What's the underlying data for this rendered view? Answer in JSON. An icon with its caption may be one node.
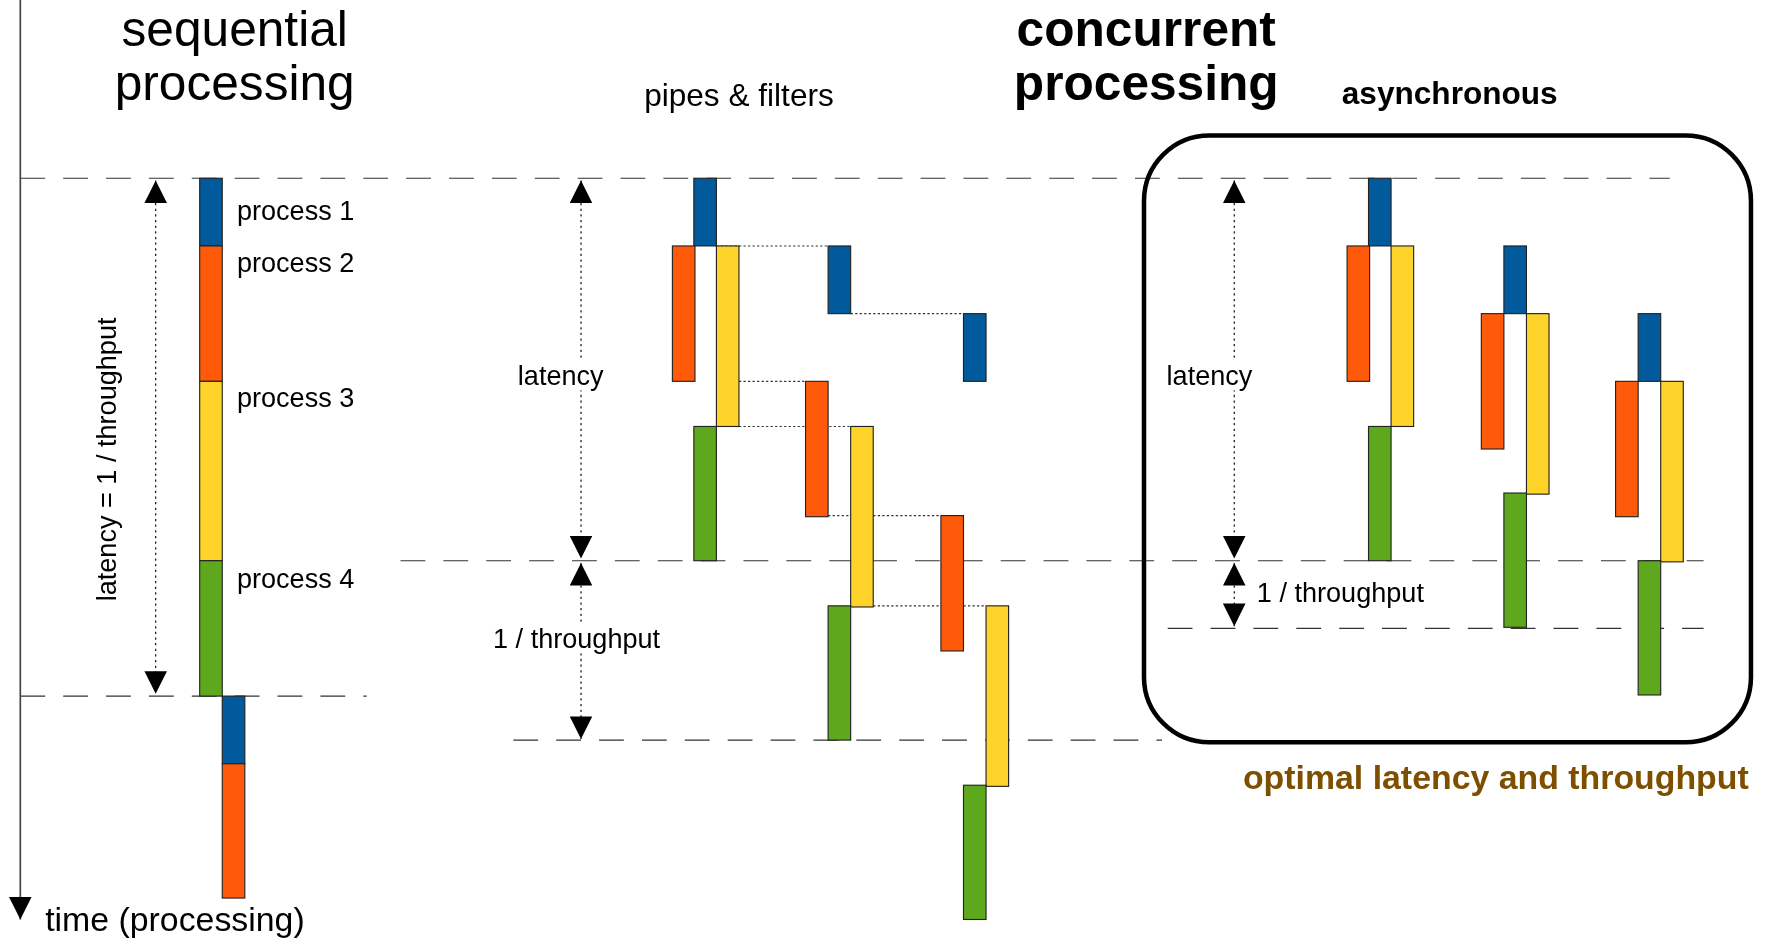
{
  "diagram": {
    "nodes": [
      {
        "text": [
          "asynchronous"
        ],
        "beside": [
          "optimal latency and throughput"
        ]
      }
    ],
    "edges": [],
    "labels": [
      "sequential processing",
      "concurrent processing",
      "pipes & filters",
      "process 1",
      "process 2",
      "process 3",
      "process 4",
      "latency = 1 / throughput",
      "latency",
      "1 / throughput",
      "latency",
      "1 / throughput",
      "time (processing)"
    ]
  }
}
